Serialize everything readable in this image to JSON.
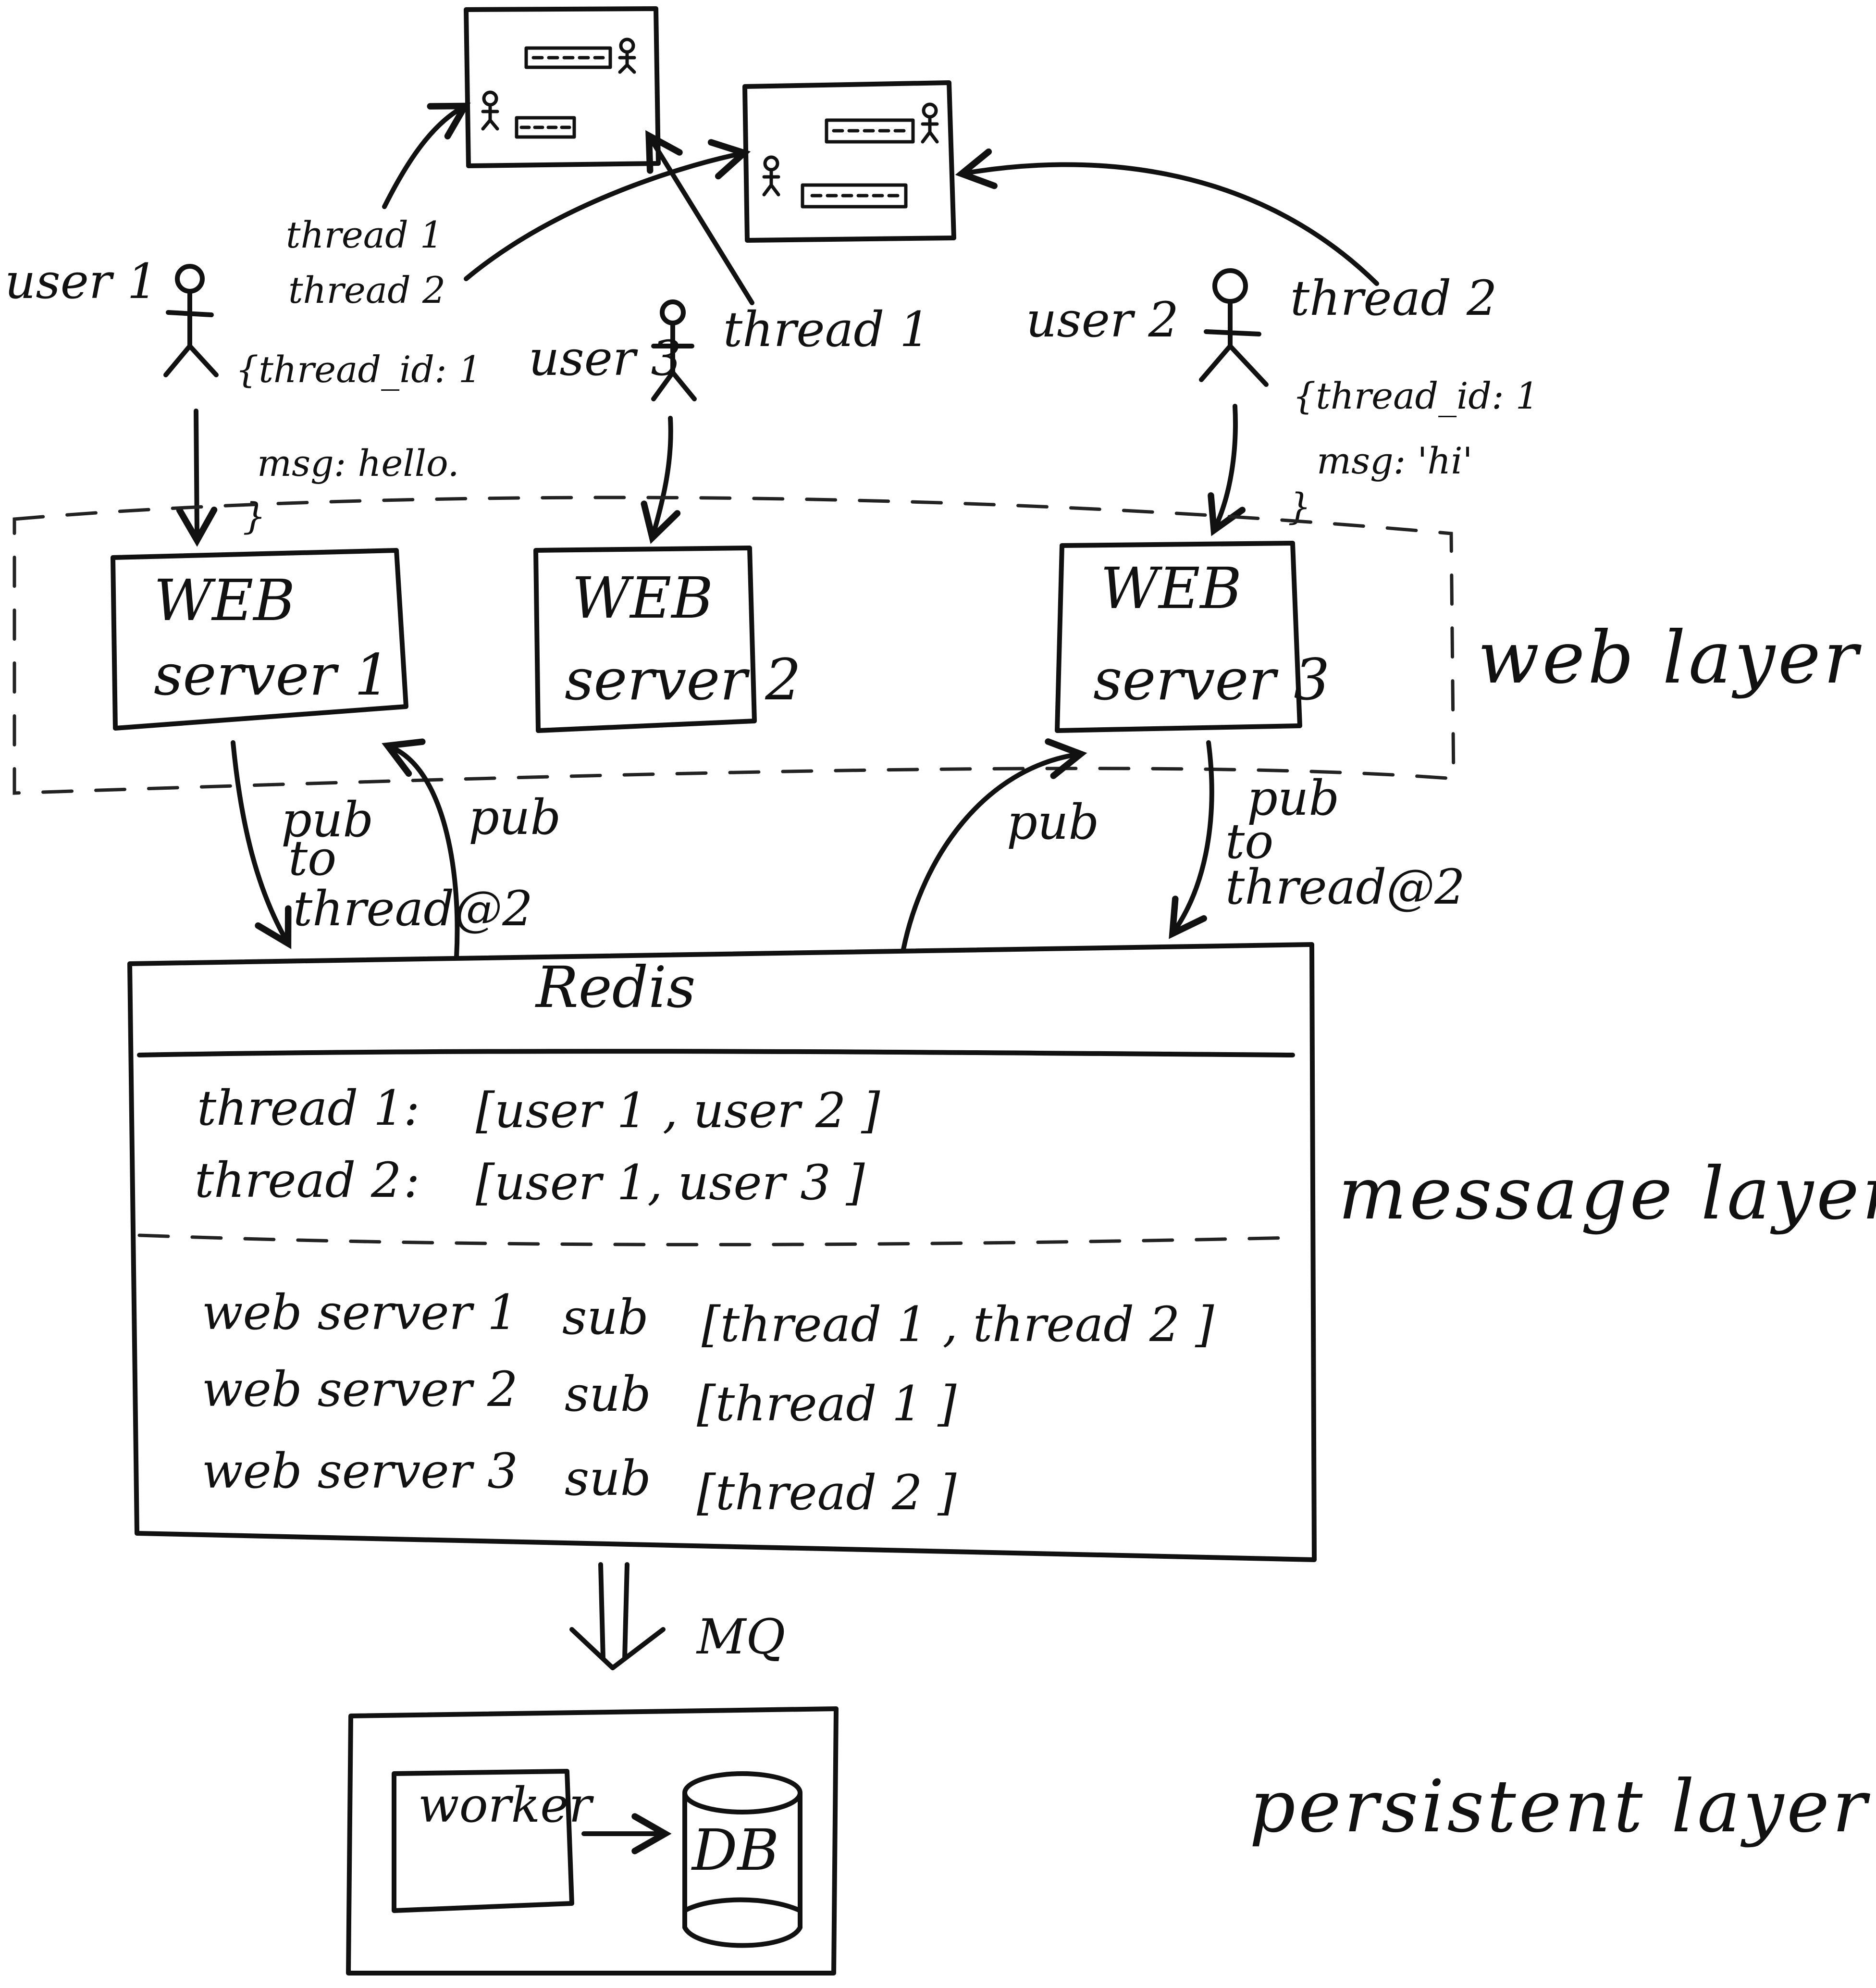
{
  "users": {
    "user1": {
      "label": "user 1",
      "threads": "thread 1\nthread 2",
      "thread_line_1": "thread 1",
      "thread_line_2": "thread 2",
      "msg_line_1": "{thread_id: 1",
      "msg_line_2": "msg: hello.",
      "msg_line_3": "}"
    },
    "user2": {
      "label": "user 2",
      "thread_line": "thread 2",
      "msg_line_1": "{thread_id: 1",
      "msg_line_2": "msg: 'hi'",
      "msg_line_3": "}"
    },
    "user3": {
      "label": "user 3",
      "thread_line": "thread 1"
    }
  },
  "web_servers": [
    {
      "line1": "WEB",
      "line2": "server 1"
    },
    {
      "line1": "WEB",
      "line2": "server 2"
    },
    {
      "line1": "WEB",
      "line2": "server 3"
    }
  ],
  "arrows": {
    "pub": "pub",
    "pub_to_1": "pub",
    "to_1": "to",
    "thread_target_1": "thread@2",
    "pub_to_2": "pub",
    "to_2": "to",
    "thread_target_2": "thread@2",
    "mq": "MQ"
  },
  "redis": {
    "title": "Redis",
    "thread_rows": [
      {
        "key": "thread 1",
        "sep": ":",
        "value": "[user 1 ,  user 2 ]"
      },
      {
        "key": "thread 2",
        "sep": ":",
        "value": "[user 1,  user 3 ]"
      }
    ],
    "sub_rows": [
      {
        "server": "web server 1",
        "op": "sub",
        "value": "[thread 1 ,  thread 2 ]"
      },
      {
        "server": "web server 2",
        "op": "sub",
        "value": "[thread 1 ]"
      },
      {
        "server": "web server 3",
        "op": "sub",
        "value": "[thread 2 ]"
      }
    ]
  },
  "persistent": {
    "worker": "worker",
    "db": "DB"
  },
  "layers": {
    "web": "web layer",
    "message": "message layer",
    "persistent": "persistent layer"
  }
}
